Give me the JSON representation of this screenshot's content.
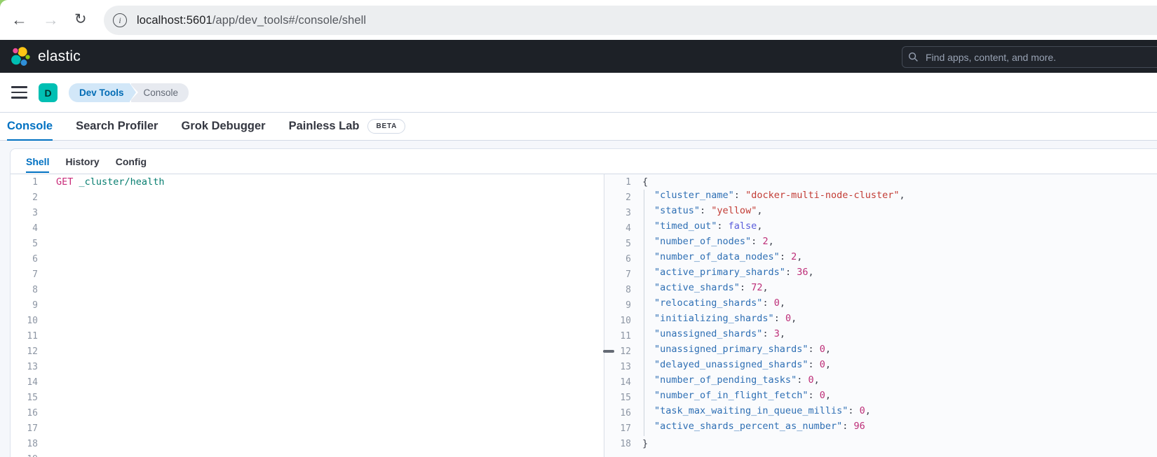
{
  "browser": {
    "url_full": "localhost:5601/app/dev_tools#/console/shell",
    "url_domain": "localhost:5601",
    "url_path": "/app/dev_tools#/console/shell",
    "back_glyph": "←",
    "forward_glyph": "→",
    "reload_glyph": "↻",
    "info_glyph": "i"
  },
  "header": {
    "brand": "elastic",
    "search_placeholder": "Find apps, content, and more."
  },
  "breadcrumb": {
    "app_initial": "D",
    "items": [
      {
        "label": "Dev Tools"
      },
      {
        "label": "Console"
      }
    ]
  },
  "tabs": {
    "items": [
      {
        "label": "Console",
        "active": true
      },
      {
        "label": "Search Profiler",
        "active": false
      },
      {
        "label": "Grok Debugger",
        "active": false
      },
      {
        "label": "Painless Lab",
        "active": false,
        "badge": "BETA"
      }
    ]
  },
  "subtabs": {
    "items": [
      {
        "label": "Shell",
        "active": true
      },
      {
        "label": "History",
        "active": false
      },
      {
        "label": "Config",
        "active": false
      }
    ]
  },
  "console": {
    "request": {
      "visible_line_count": 19,
      "lines": [
        {
          "tokens": [
            [
              "m",
              "GET"
            ],
            [
              "p",
              " "
            ],
            [
              "u",
              "_cluster/health"
            ]
          ]
        }
      ]
    },
    "response": {
      "lines": [
        {
          "indent": false,
          "tokens": [
            [
              "p",
              "{"
            ]
          ]
        },
        {
          "indent": true,
          "tokens": [
            [
              "k",
              "\"cluster_name\""
            ],
            [
              "p",
              ": "
            ],
            [
              "s",
              "\"docker-multi-node-cluster\""
            ],
            [
              "p",
              ","
            ]
          ]
        },
        {
          "indent": true,
          "tokens": [
            [
              "k",
              "\"status\""
            ],
            [
              "p",
              ": "
            ],
            [
              "s",
              "\"yellow\""
            ],
            [
              "p",
              ","
            ]
          ]
        },
        {
          "indent": true,
          "tokens": [
            [
              "k",
              "\"timed_out\""
            ],
            [
              "p",
              ": "
            ],
            [
              "b",
              "false"
            ],
            [
              "p",
              ","
            ]
          ]
        },
        {
          "indent": true,
          "tokens": [
            [
              "k",
              "\"number_of_nodes\""
            ],
            [
              "p",
              ": "
            ],
            [
              "n",
              "2"
            ],
            [
              "p",
              ","
            ]
          ]
        },
        {
          "indent": true,
          "tokens": [
            [
              "k",
              "\"number_of_data_nodes\""
            ],
            [
              "p",
              ": "
            ],
            [
              "n",
              "2"
            ],
            [
              "p",
              ","
            ]
          ]
        },
        {
          "indent": true,
          "tokens": [
            [
              "k",
              "\"active_primary_shards\""
            ],
            [
              "p",
              ": "
            ],
            [
              "n",
              "36"
            ],
            [
              "p",
              ","
            ]
          ]
        },
        {
          "indent": true,
          "tokens": [
            [
              "k",
              "\"active_shards\""
            ],
            [
              "p",
              ": "
            ],
            [
              "n",
              "72"
            ],
            [
              "p",
              ","
            ]
          ]
        },
        {
          "indent": true,
          "tokens": [
            [
              "k",
              "\"relocating_shards\""
            ],
            [
              "p",
              ": "
            ],
            [
              "n",
              "0"
            ],
            [
              "p",
              ","
            ]
          ]
        },
        {
          "indent": true,
          "tokens": [
            [
              "k",
              "\"initializing_shards\""
            ],
            [
              "p",
              ": "
            ],
            [
              "n",
              "0"
            ],
            [
              "p",
              ","
            ]
          ]
        },
        {
          "indent": true,
          "tokens": [
            [
              "k",
              "\"unassigned_shards\""
            ],
            [
              "p",
              ": "
            ],
            [
              "n",
              "3"
            ],
            [
              "p",
              ","
            ]
          ]
        },
        {
          "indent": true,
          "tokens": [
            [
              "k",
              "\"unassigned_primary_shards\""
            ],
            [
              "p",
              ": "
            ],
            [
              "n",
              "0"
            ],
            [
              "p",
              ","
            ]
          ]
        },
        {
          "indent": true,
          "tokens": [
            [
              "k",
              "\"delayed_unassigned_shards\""
            ],
            [
              "p",
              ": "
            ],
            [
              "n",
              "0"
            ],
            [
              "p",
              ","
            ]
          ]
        },
        {
          "indent": true,
          "tokens": [
            [
              "k",
              "\"number_of_pending_tasks\""
            ],
            [
              "p",
              ": "
            ],
            [
              "n",
              "0"
            ],
            [
              "p",
              ","
            ]
          ]
        },
        {
          "indent": true,
          "tokens": [
            [
              "k",
              "\"number_of_in_flight_fetch\""
            ],
            [
              "p",
              ": "
            ],
            [
              "n",
              "0"
            ],
            [
              "p",
              ","
            ]
          ]
        },
        {
          "indent": true,
          "tokens": [
            [
              "k",
              "\"task_max_waiting_in_queue_millis\""
            ],
            [
              "p",
              ": "
            ],
            [
              "n",
              "0"
            ],
            [
              "p",
              ","
            ]
          ]
        },
        {
          "indent": true,
          "tokens": [
            [
              "k",
              "\"active_shards_percent_as_number\""
            ],
            [
              "p",
              ": "
            ],
            [
              "n",
              "96"
            ]
          ]
        },
        {
          "indent": false,
          "tokens": [
            [
              "p",
              "}"
            ]
          ]
        }
      ]
    }
  },
  "colors": {
    "accent_teal": "#00bfb3",
    "primary_blue": "#0071c2",
    "header_bg": "#1d2127",
    "json_key": "#2e6fb4",
    "json_string": "#c23b34",
    "json_number": "#bd2e78",
    "json_boolean": "#5a5ddb",
    "request_method": "#c92c7a",
    "request_url": "#077e70"
  },
  "icons": {
    "back": "back-arrow",
    "forward": "forward-arrow",
    "reload": "reload",
    "info": "page-info",
    "menu": "hamburger",
    "search": "magnifier",
    "logo": "elastic-cluster"
  }
}
